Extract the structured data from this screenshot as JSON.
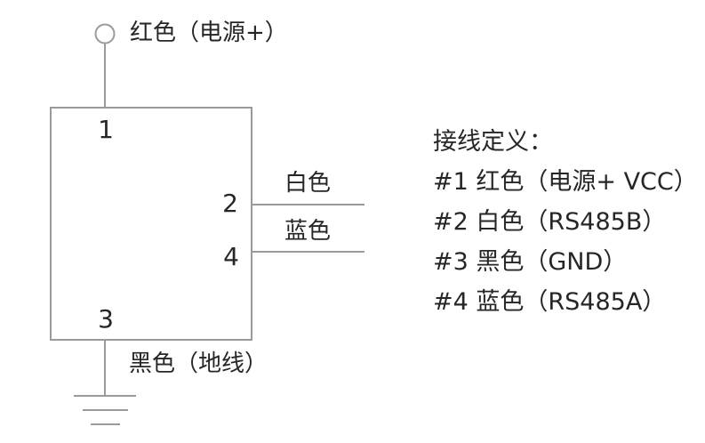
{
  "colors": {
    "background": "#ffffff",
    "line": "#9a9a9a",
    "text": "#262626"
  },
  "diagram": {
    "power_terminal_label": "红色（电源+）",
    "ground_label": "黑色（地线）",
    "wire_labels": {
      "white": "白色",
      "blue": "蓝色"
    },
    "pins": {
      "pin1": "1",
      "pin2": "2",
      "pin3": "3",
      "pin4": "4"
    }
  },
  "legend": {
    "title": "接线定义：",
    "entries": [
      "#1 红色（电源+ VCC）",
      "#2 白色（RS485B）",
      "#3 黑色（GND）",
      "#4 蓝色（RS485A）"
    ]
  }
}
